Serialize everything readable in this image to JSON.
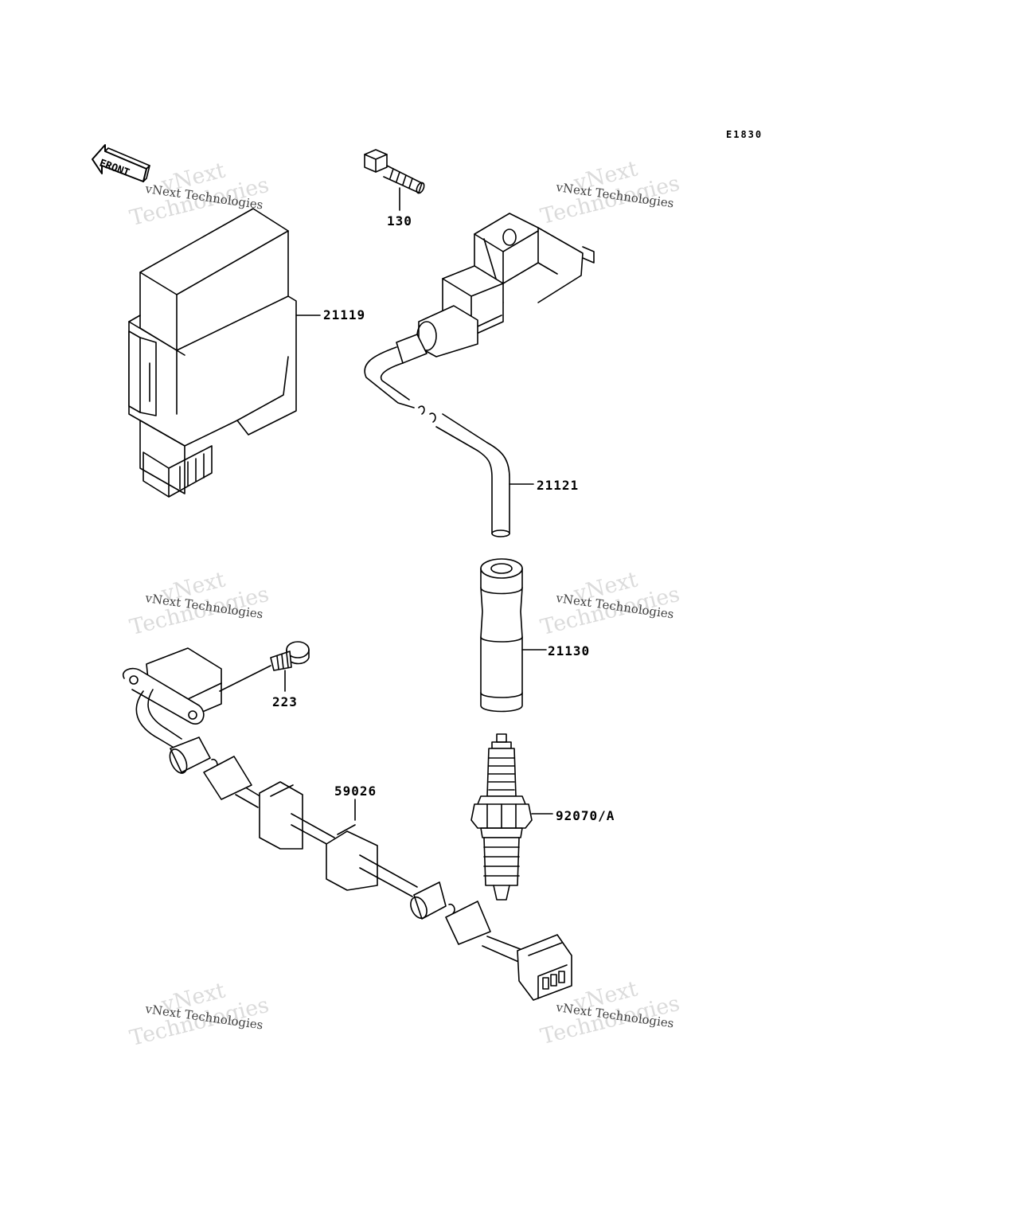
{
  "diagram_code": "E1830",
  "front_label": "FRONT",
  "parts": [
    {
      "id": "p130",
      "number": "130"
    },
    {
      "id": "p21119",
      "number": "21119"
    },
    {
      "id": "p21121",
      "number": "21121"
    },
    {
      "id": "p21130",
      "number": "21130"
    },
    {
      "id": "p223",
      "number": "223"
    },
    {
      "id": "p59026",
      "number": "59026"
    },
    {
      "id": "p92070",
      "number": "92070/A"
    }
  ],
  "watermark": {
    "line1": "vNext Technologies",
    "line2": "vNext",
    "line3": "Technologies"
  }
}
